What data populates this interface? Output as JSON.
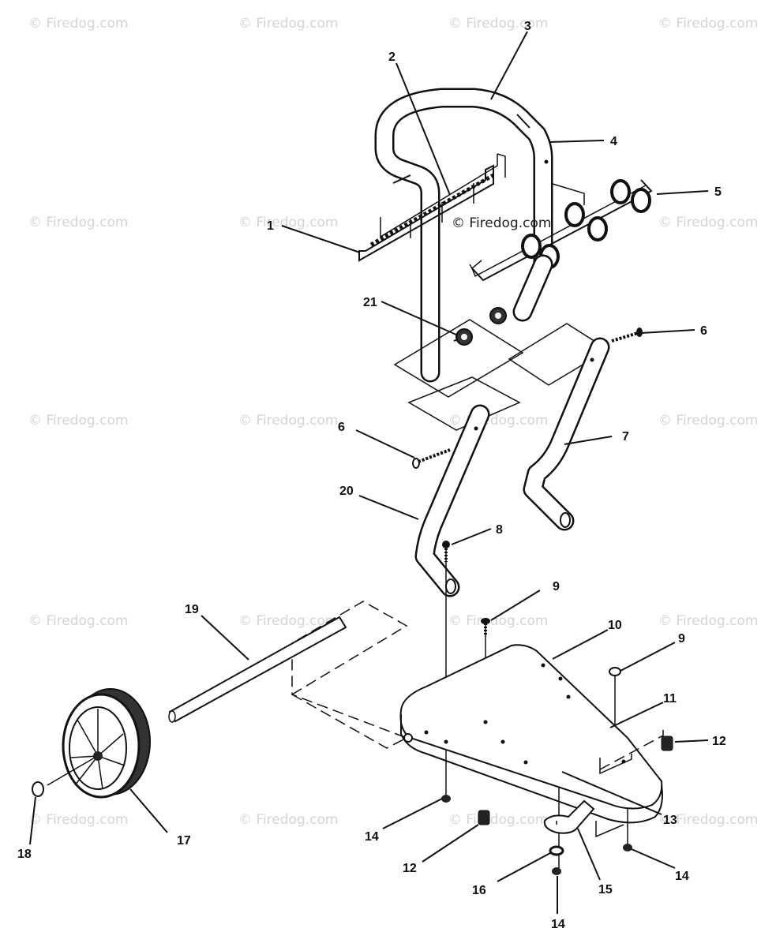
{
  "watermark": "© Firedog.com",
  "center_watermark": "© Firedog.com",
  "callouts": {
    "c1": "1",
    "c2": "2",
    "c3": "3",
    "c4": "4",
    "c5": "5",
    "c6a": "6",
    "c6b": "6",
    "c7": "7",
    "c8": "8",
    "c9a": "9",
    "c9b": "9",
    "c10": "10",
    "c11": "11",
    "c12a": "12",
    "c12b": "12",
    "c13": "13",
    "c14a": "14",
    "c14b": "14",
    "c14c": "14",
    "c15": "15",
    "c16": "16",
    "c17": "17",
    "c18": "18",
    "c19": "19",
    "c20": "20",
    "c21": "21"
  }
}
